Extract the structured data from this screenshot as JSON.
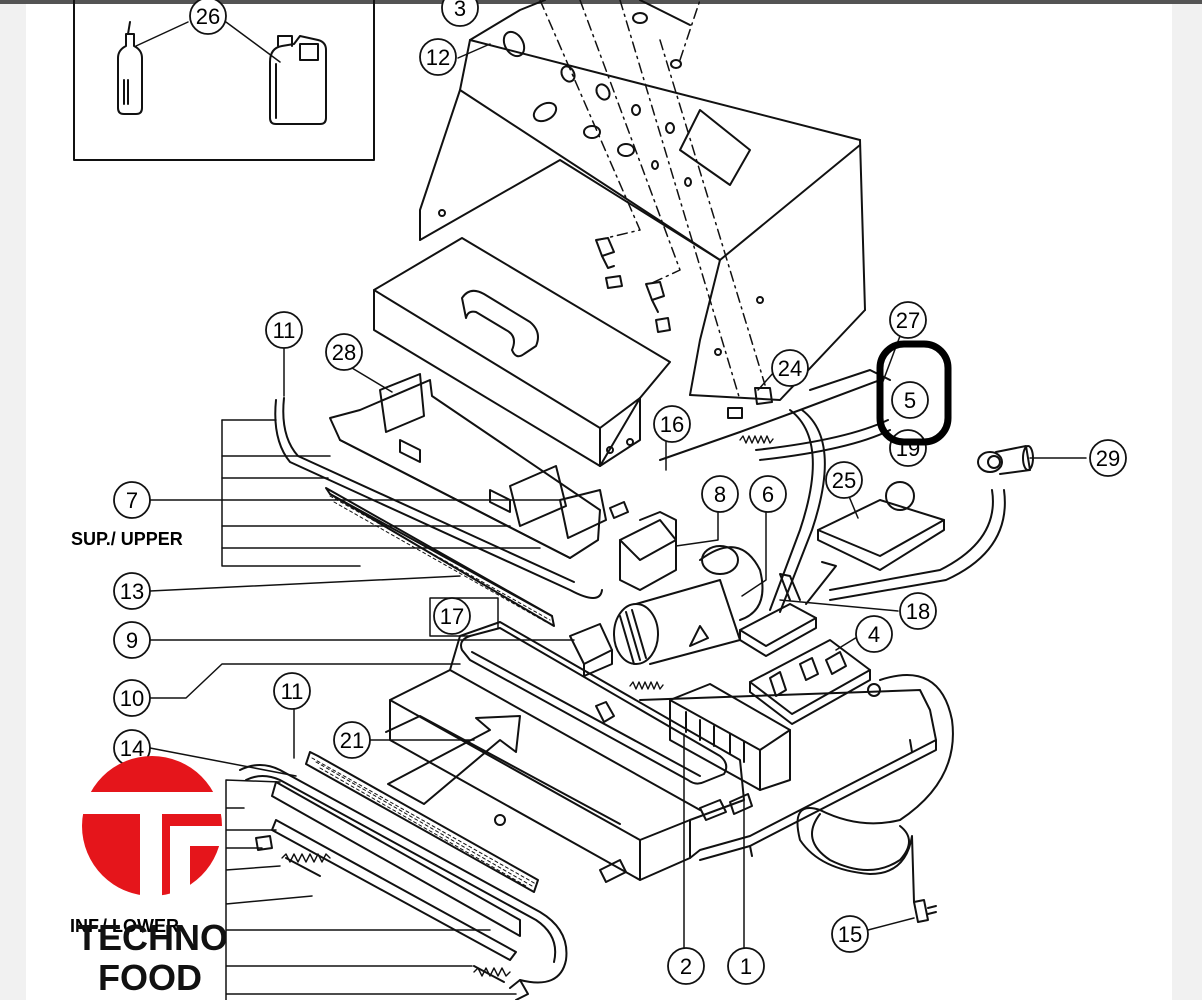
{
  "diagram": {
    "callouts": [
      {
        "num": "26"
      },
      {
        "num": "3"
      },
      {
        "num": "12"
      },
      {
        "num": "11"
      },
      {
        "num": "28"
      },
      {
        "num": "27"
      },
      {
        "num": "24"
      },
      {
        "num": "5"
      },
      {
        "num": "19"
      },
      {
        "num": "29"
      },
      {
        "num": "16"
      },
      {
        "num": "25"
      },
      {
        "num": "8"
      },
      {
        "num": "6"
      },
      {
        "num": "7"
      },
      {
        "num": "13"
      },
      {
        "num": "17"
      },
      {
        "num": "18"
      },
      {
        "num": "9"
      },
      {
        "num": "4"
      },
      {
        "num": "10"
      },
      {
        "num": "11"
      },
      {
        "num": "21"
      },
      {
        "num": "14"
      },
      {
        "num": "15"
      },
      {
        "num": "2"
      },
      {
        "num": "1"
      }
    ],
    "labels": {
      "upper": "SUP./ UPPER",
      "lower": "INF./ LOWER"
    },
    "highlight_target": "5"
  },
  "watermark": {
    "line1": "TECHNO",
    "line2": "FOOD",
    "color": "#e5151b"
  }
}
